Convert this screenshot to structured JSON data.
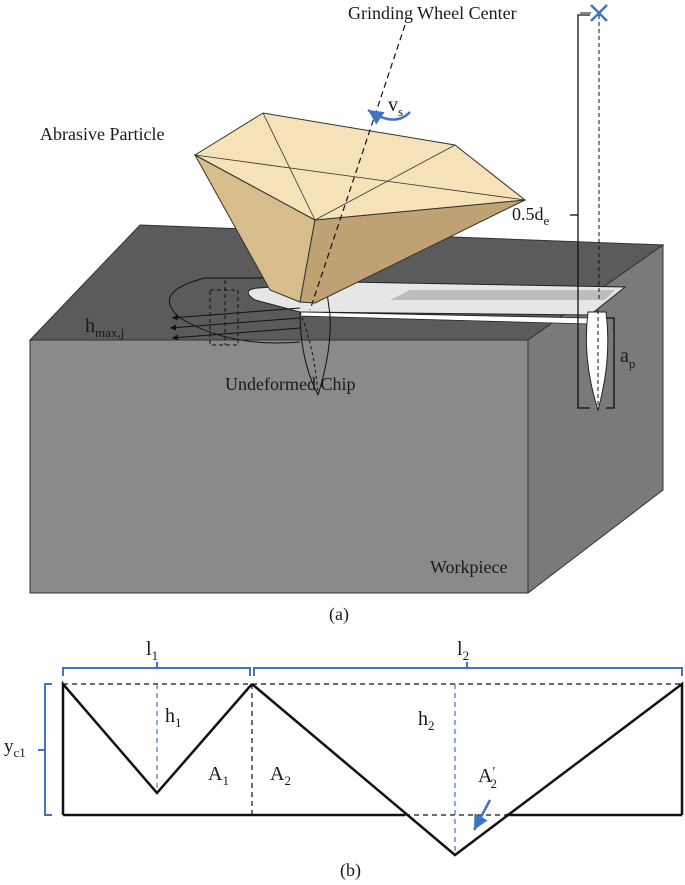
{
  "figure_a": {
    "caption": "(a)",
    "grinding_wheel_center": "Grinding Wheel Center",
    "abrasive_particle": "Abrasive Particle",
    "vs": {
      "base": "v",
      "sub": "s"
    },
    "half_de": {
      "base": "0.5d",
      "sub": "e"
    },
    "hmax": {
      "base": "h",
      "sub": "max,j"
    },
    "ap": {
      "base": "a",
      "sub": "p"
    },
    "undeformed_chip": "Undeformed Chip",
    "workpiece": "Workpiece",
    "colors": {
      "particle_top": "#f6e2b8",
      "particle_side": "#d8bd8c",
      "workpiece_front": "#8a8a8a",
      "workpiece_top": "#5b5b5b",
      "accent": "#4472c4"
    }
  },
  "figure_b": {
    "caption": "(b)",
    "l1": {
      "base": "l",
      "sub": "1"
    },
    "l2": {
      "base": "l",
      "sub": "2"
    },
    "h1": {
      "base": "h",
      "sub": "1"
    },
    "h2": {
      "base": "h",
      "sub": "2"
    },
    "a1": {
      "base": "A",
      "sub": "1"
    },
    "a2": {
      "base": "A",
      "sub": "2"
    },
    "a2p": {
      "base": "A",
      "prime": "′",
      "sub": "2"
    },
    "yc1": {
      "base": "y",
      "sub": "c1"
    },
    "colors": {
      "bracket": "#4472c4",
      "dashed_guides": "#4472c4"
    }
  }
}
